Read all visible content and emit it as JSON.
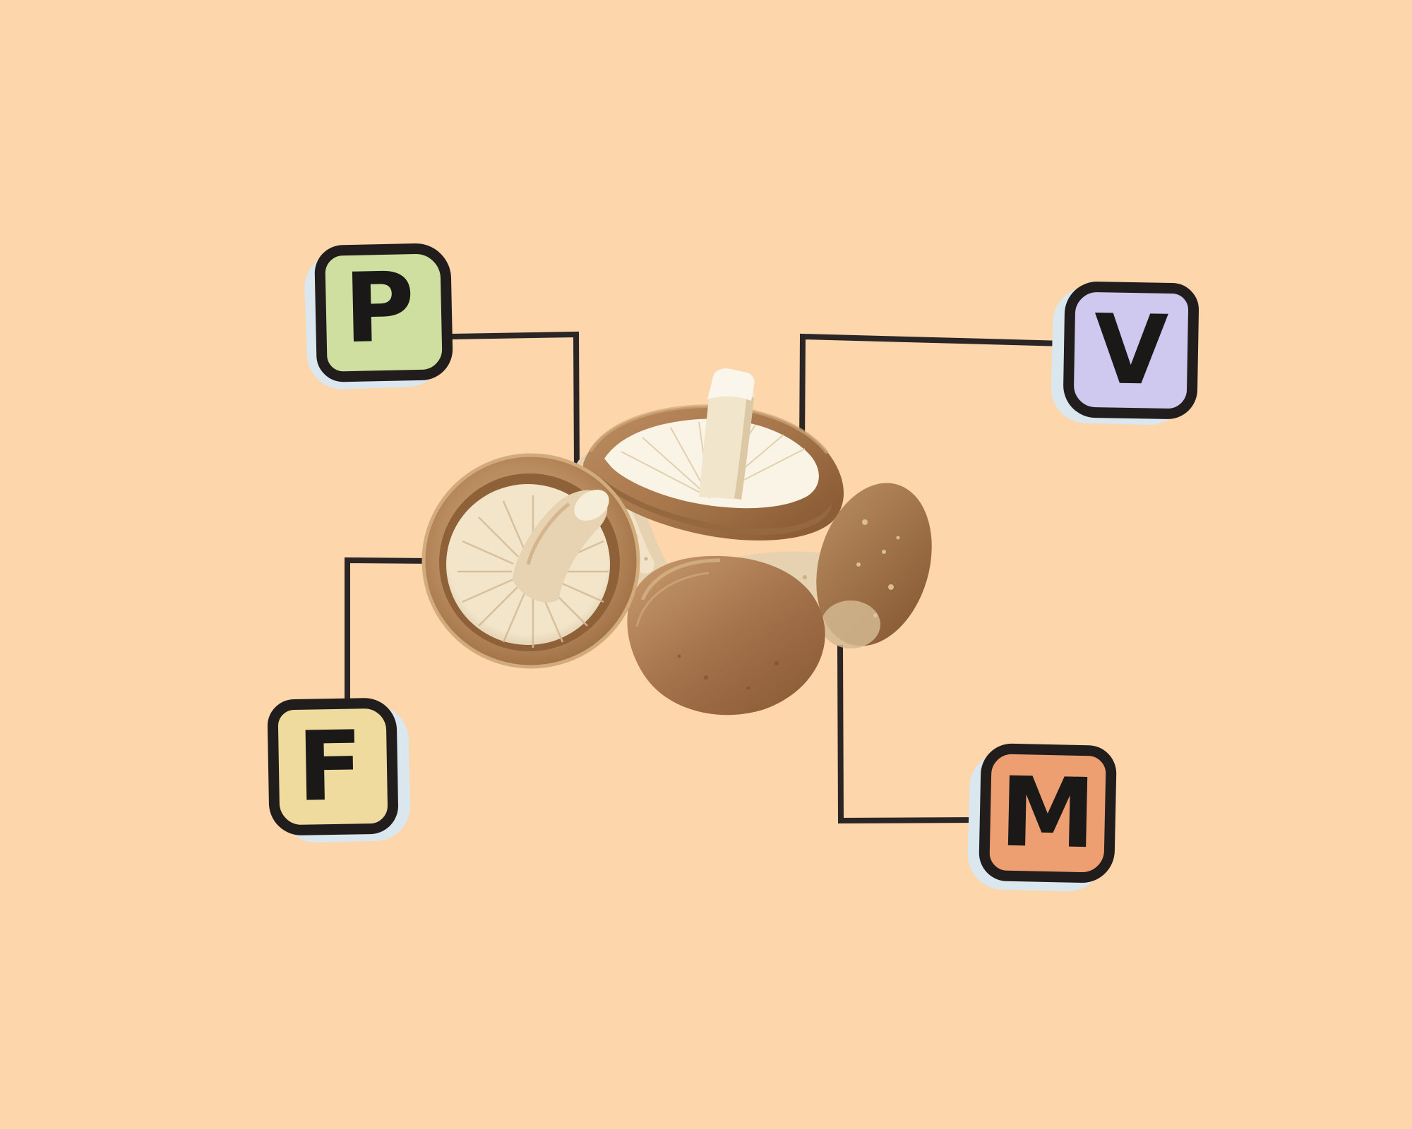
{
  "canvas": {
    "background": "#FDD6AB"
  },
  "connectors": {
    "color": "#2B2525",
    "width": "8"
  },
  "tile_text_color": "#1B1818",
  "tiles": [
    {
      "position": "top-left",
      "letter": "P",
      "fill": "#CEDF9F",
      "border": "#221D1D",
      "shadow": "#DBE7EE"
    },
    {
      "position": "top-right",
      "letter": "V",
      "fill": "#CFC9F0",
      "border": "#221D1D",
      "shadow": "#DBE7EE"
    },
    {
      "position": "bottom-left",
      "letter": "F",
      "fill": "#F0DB9F",
      "border": "#221D1D",
      "shadow": "#DBE7EE"
    },
    {
      "position": "bottom-right",
      "letter": "M",
      "fill": "#ED9F71",
      "border": "#221D1D",
      "shadow": "#DBE7EE"
    }
  ],
  "illustration": {
    "subject": "shiitake mushrooms cluster",
    "palette": {
      "cap_brown": "#A97A4E",
      "cap_brown_dark": "#8A5B36",
      "cap_brown_light": "#C9A173",
      "rim_ring": "#8F6139",
      "gill_cream": "#F2E5CA",
      "gill_line": "#D6BD98",
      "stem_cream": "#E6D2B0",
      "stem_highlight": "#FAF4E7"
    }
  }
}
